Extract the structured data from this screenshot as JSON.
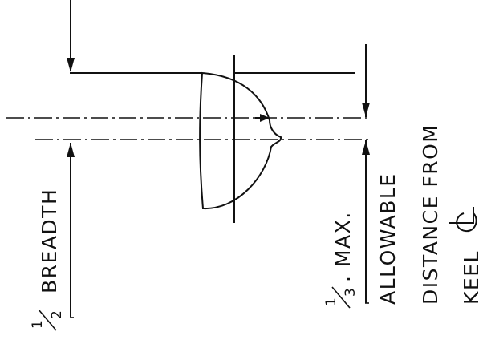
{
  "labels": {
    "half_numerator": "1",
    "half_denominator": "2",
    "breadth": "BREADTH",
    "third_numerator": "1",
    "third_denominator": "3",
    "max": ". MAX.",
    "allowable": "ALLOWABLE",
    "distance_from": "DISTANCE  FROM",
    "keel": "KEEL"
  },
  "icons": {
    "centerline_symbol": "centerline-icon"
  }
}
